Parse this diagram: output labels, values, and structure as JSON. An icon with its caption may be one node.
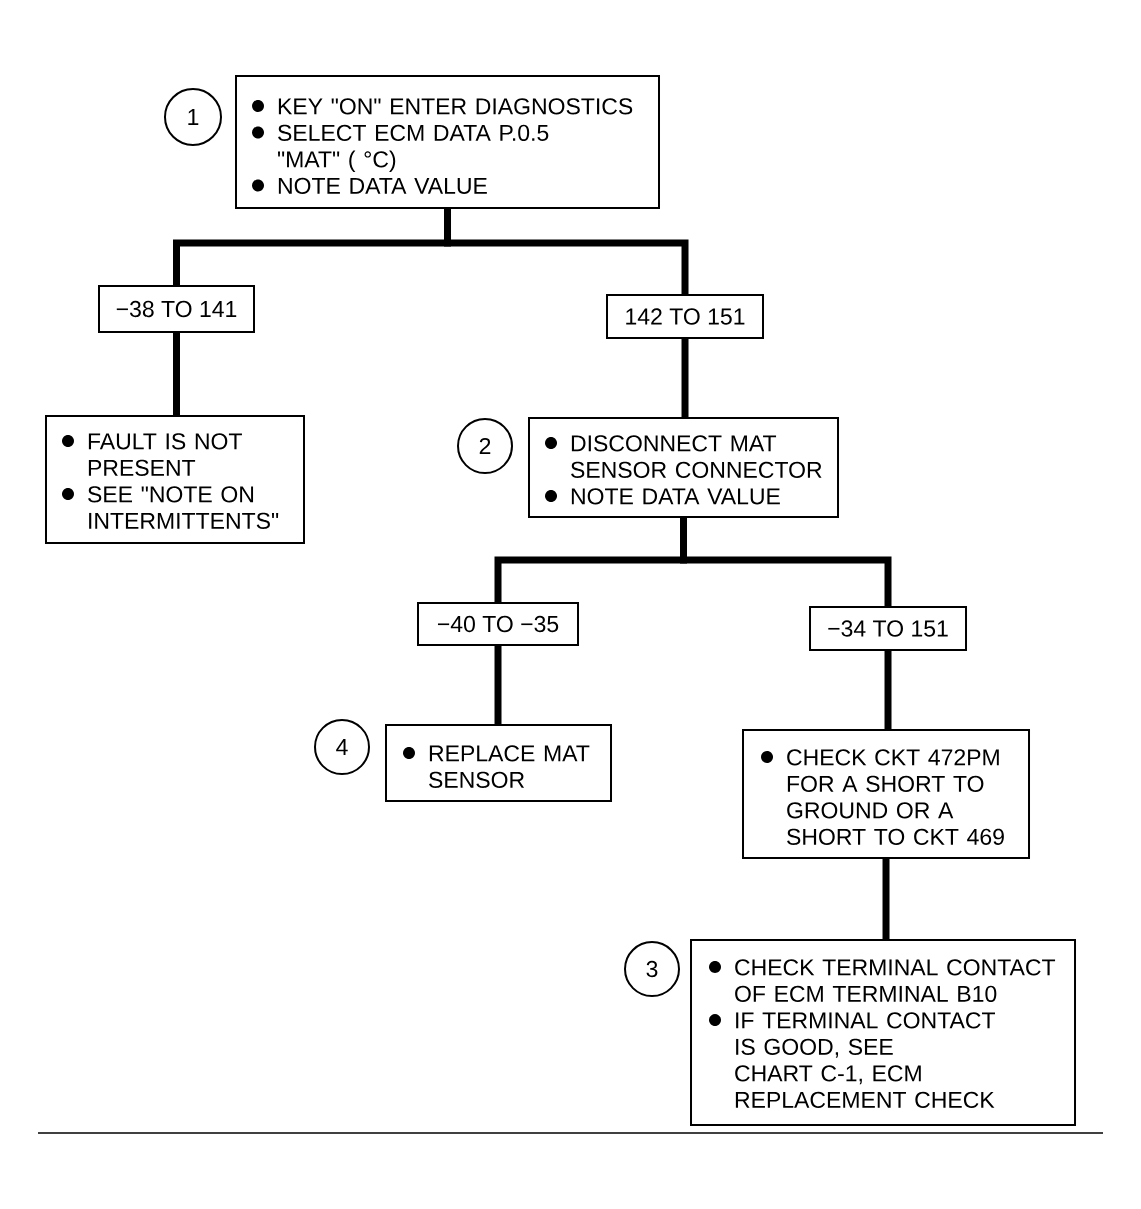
{
  "diagram": {
    "nodes": [
      {
        "text": [
          "KEY \"ON\" ENTER DIAGNOSTICS",
          "SELECT ECM DATA P.0.5 \"MAT\" ( °C)",
          "NOTE DATA VALUE"
        ],
        "beside": [
          "1"
        ]
      },
      {
        "text": [
          "−38 TO 141"
        ]
      },
      {
        "text": [
          "142 TO 151"
        ]
      },
      {
        "text": [
          "FAULT IS NOT PRESENT",
          "SEE \"NOTE ON INTERMITTENTS\""
        ]
      },
      {
        "text": [
          "DISCONNECT MAT SENSOR CONNECTOR",
          "NOTE DATA VALUE"
        ],
        "beside": [
          "2"
        ]
      },
      {
        "text": [
          "−40 TO −35"
        ]
      },
      {
        "text": [
          "−34 TO 151"
        ]
      },
      {
        "text": [
          "REPLACE MAT SENSOR"
        ],
        "beside": [
          "4"
        ]
      },
      {
        "text": [
          "CHECK CKT 472PM FOR A SHORT TO GROUND OR A SHORT TO CKT 469"
        ]
      },
      {
        "text": [
          "CHECK TERMINAL CONTACT OF ECM TERMINAL B10",
          "IF TERMINAL CONTACT IS GOOD, SEE CHART C-1, ECM REPLACEMENT CHECK"
        ],
        "beside": [
          "3"
        ]
      }
    ],
    "edges": [
      {
        "from": 0,
        "to": 1,
        "arrow": "none"
      },
      {
        "from": 0,
        "to": 2,
        "arrow": "none"
      },
      {
        "from": 1,
        "to": 3,
        "arrow": "none"
      },
      {
        "from": 2,
        "to": 4,
        "arrow": "none"
      },
      {
        "from": 4,
        "to": 5,
        "arrow": "none"
      },
      {
        "from": 4,
        "to": 6,
        "arrow": "none"
      },
      {
        "from": 5,
        "to": 7,
        "arrow": "none"
      },
      {
        "from": 6,
        "to": 8,
        "arrow": "none"
      },
      {
        "from": 8,
        "to": 9,
        "arrow": "none"
      }
    ]
  }
}
